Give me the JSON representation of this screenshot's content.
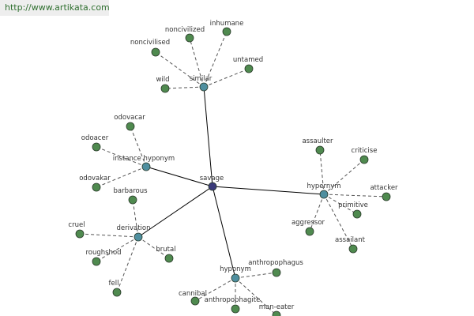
{
  "url": "http://www.artikata.com",
  "colors": {
    "center": "#3a3a7a",
    "hub": "#4f8f9f",
    "leaf": "#4f8a4f",
    "solid_edge": "#000000",
    "dashed_edge": "#555555"
  },
  "graph": {
    "center": {
      "id": "savage",
      "label": "savage"
    },
    "hubs": [
      {
        "id": "similar",
        "label": "similar",
        "leaves": [
          "noncivilised",
          "noncivilized",
          "inhumane",
          "untamed",
          "wild"
        ]
      },
      {
        "id": "instance-hyponym",
        "label": "instance hyponym",
        "leaves": [
          "odovacar",
          "odoacer",
          "odovakar"
        ]
      },
      {
        "id": "hypernym",
        "label": "hypernym",
        "leaves": [
          "assaulter",
          "criticise",
          "attacker",
          "primitive",
          "aggressor",
          "assailant"
        ]
      },
      {
        "id": "derivation",
        "label": "derivation",
        "leaves": [
          "barbarous",
          "cruel",
          "roughshod",
          "brutal",
          "fell"
        ]
      },
      {
        "id": "hyponym",
        "label": "hyponym",
        "leaves": [
          "anthropophagus",
          "cannibal",
          "anthropophagite",
          "man-eater"
        ]
      }
    ]
  }
}
